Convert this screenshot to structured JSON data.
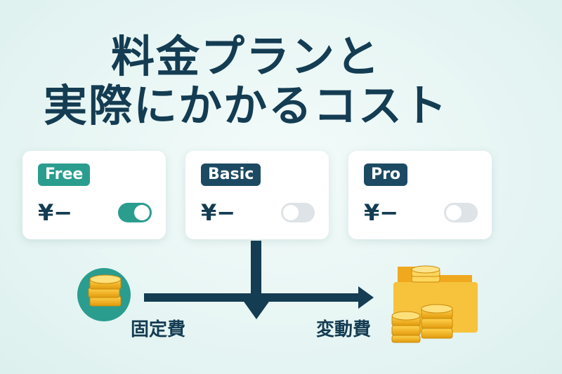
{
  "title": {
    "line1": "料金プランと",
    "line2": "実際にかかるコスト"
  },
  "plans": [
    {
      "name": "Free",
      "price": "¥−",
      "toggle_on": true,
      "badge_color": "#2a9d8f"
    },
    {
      "name": "Basic",
      "price": "¥−",
      "toggle_on": false,
      "badge_color": "#1d4a63"
    },
    {
      "name": "Pro",
      "price": "¥−",
      "toggle_on": false,
      "badge_color": "#1d4a63"
    }
  ],
  "costs": {
    "fixed_label": "固定費",
    "variable_label": "変動費"
  },
  "icons": {
    "fixed": "coin-stack-icon",
    "variable": "folder-coins-icon"
  },
  "colors": {
    "navy": "#143c52",
    "teal": "#2a9d8f",
    "gold": "#f5b31a"
  }
}
